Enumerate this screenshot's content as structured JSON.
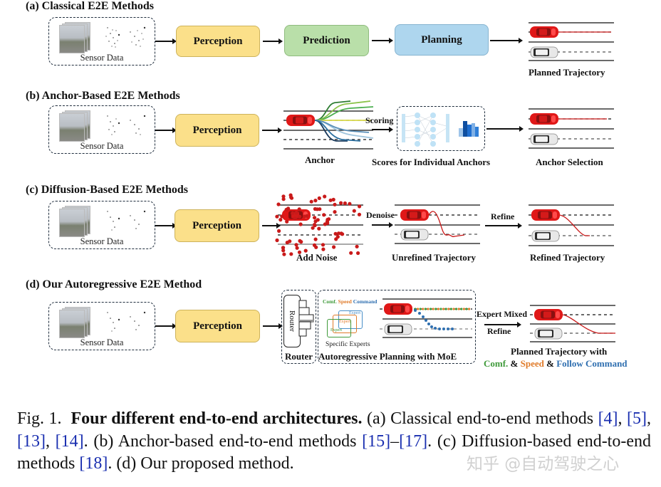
{
  "sections": {
    "a": {
      "title": "(a) Classical E2E Methods",
      "sensor_label": "Sensor Data",
      "perception": "Perception",
      "prediction": "Prediction",
      "planning": "Planning",
      "output_label": "Planned Trajectory"
    },
    "b": {
      "title": "(b) Anchor-Based E2E Methods",
      "sensor_label": "Sensor Data",
      "perception": "Perception",
      "anchor_label": "Anchor",
      "scoring_label": "Scoring",
      "scores_label": "Scores for Individual Anchors",
      "output_label": "Anchor Selection"
    },
    "c": {
      "title": "(c) Diffusion-Based E2E Methods",
      "sensor_label": "Sensor Data",
      "perception": "Perception",
      "noise_label": "Add Noise",
      "denoise_label": "Denoise",
      "unrefined_label": "Unrefined Trajectory",
      "refine_label": "Refine",
      "output_label": "Refined Trajectory"
    },
    "d": {
      "title": "(d) Our Autoregressive E2E Method",
      "sensor_label": "Sensor Data",
      "perception": "Perception",
      "router_inner": "Router",
      "router_label": "Router",
      "moe_label": "Autoregressive Planning with MoE",
      "expert_tags": {
        "comf": "Comf.",
        "speed": "Speed",
        "command": "Command"
      },
      "expert_card_text": "Expert",
      "specific_experts_label": "Specific Experts",
      "mix_label": "Expert Mixed",
      "refine_label": "Refine",
      "output_label_line1": "Planned Trajectory with",
      "output_legend": {
        "comf": "Comf.",
        "amp1": " & ",
        "speed": "Speed",
        "amp2": " & ",
        "command": "Follow Command"
      }
    }
  },
  "colors": {
    "comf": "#3f9a3a",
    "speed": "#e07b2a",
    "command": "#2f6fb0",
    "ego_car": "#e01818",
    "trajectory": "#c81818",
    "noise_dot": "#c91a1a",
    "perception_fill": "#fbe08a",
    "prediction_fill": "#b9dfa9",
    "planning_fill": "#aed6ee"
  },
  "caption": {
    "fig_label": "Fig. 1.",
    "bold_title": "Four different end-to-end architectures.",
    "part_a": "(a) Classical end-to-end methods",
    "refs_a": [
      "[4]",
      "[5]",
      "[13]",
      "[14]"
    ],
    "part_b": "(b) Anchor-based end-to-end methods",
    "refs_b_start": "[15]",
    "refs_b_end": "[17]",
    "part_c": "(c) Diffusion-based end-to-end methods",
    "refs_c": "[18]",
    "part_d": "(d) Our proposed method."
  },
  "watermark": "知乎 @自动驾驶之心"
}
